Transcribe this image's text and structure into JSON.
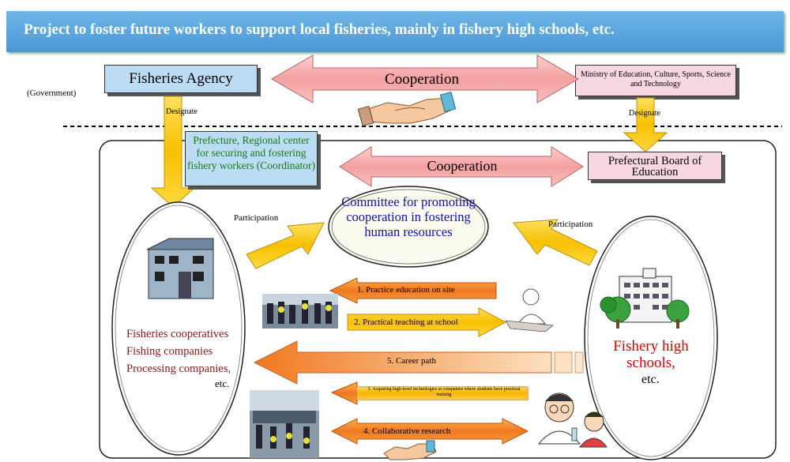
{
  "title": "Project to foster future workers to support local fisheries, mainly in fishery high schools, etc.",
  "government_label": "(Government)",
  "fisheries_agency": "Fisheries Agency",
  "top_cooperation": "Cooperation",
  "mext": "Ministry of Education, Culture, Sports, Science and Technology",
  "designate_left": "Designate",
  "designate_right": "Designate",
  "prefecture_center": "Prefecture, Regional center for securing and fostering fishery workers (Coordinator)",
  "mid_cooperation": "Cooperation",
  "pref_board": "Prefectural Board of Education",
  "committee": "Committee for promoting cooperation in fostering human resources",
  "participation_left": "Participation",
  "participation_right": "Participation",
  "left_orgs": [
    "Fisheries cooperatives",
    "Fishing companies",
    "Processing companies,",
    "etc."
  ],
  "right_schools": "Fishery high schools,",
  "right_etc": "etc.",
  "flows": [
    "1. Practice education on site",
    "2. Practical teaching at school",
    "5. Career path",
    "3. Acquiring high-level technologies at companies where students have practical training",
    "4. Collaborative research"
  ],
  "colors": {
    "banner": "#4a98d8",
    "blue_box": "#bcdcf4",
    "pink_arrow": "#f4a0a0",
    "orange_arrow": "#f07820",
    "yellow_arrow": "#f8c800",
    "dark_red_text": "#8b1a1a",
    "red_text": "#e00000",
    "green_text": "#1a7a1a",
    "blue_text": "#1010c0"
  }
}
